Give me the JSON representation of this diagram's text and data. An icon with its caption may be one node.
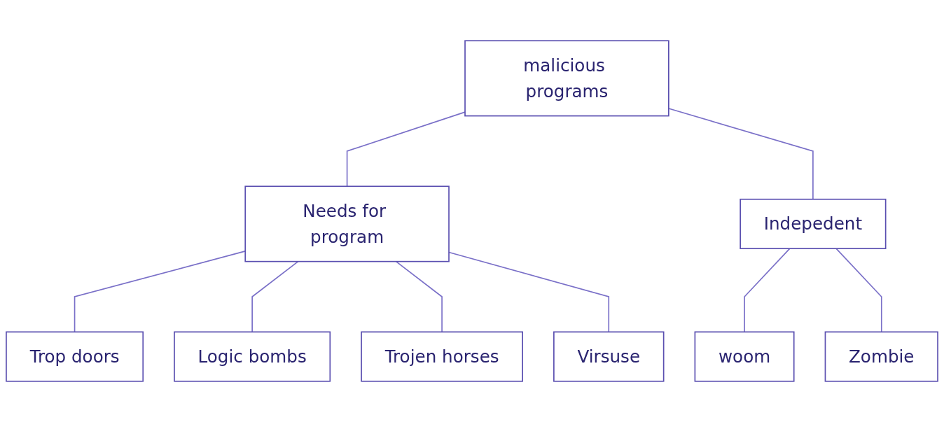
{
  "diagram": {
    "nodes": [
      {
        "text": [
          "malicious programs"
        ]
      },
      {
        "text": [
          "Needs for program"
        ]
      },
      {
        "text": [
          "Indepedent"
        ]
      },
      {
        "text": [
          "Trop doors"
        ]
      },
      {
        "text": [
          "Logic bombs"
        ]
      },
      {
        "text": [
          "Trojen horses"
        ]
      },
      {
        "text": [
          "Virsuse"
        ]
      },
      {
        "text": [
          "woom"
        ]
      },
      {
        "text": [
          "Zombie"
        ]
      }
    ],
    "edges": [
      {
        "from": 0,
        "to": 1,
        "arrow": "none"
      },
      {
        "from": 0,
        "to": 2,
        "arrow": "none"
      },
      {
        "from": 1,
        "to": 3,
        "arrow": "none"
      },
      {
        "from": 1,
        "to": 4,
        "arrow": "none"
      },
      {
        "from": 1,
        "to": 5,
        "arrow": "none"
      },
      {
        "from": 1,
        "to": 6,
        "arrow": "none"
      },
      {
        "from": 2,
        "to": 7,
        "arrow": "none"
      },
      {
        "from": 2,
        "to": 8,
        "arrow": "none"
      }
    ]
  }
}
